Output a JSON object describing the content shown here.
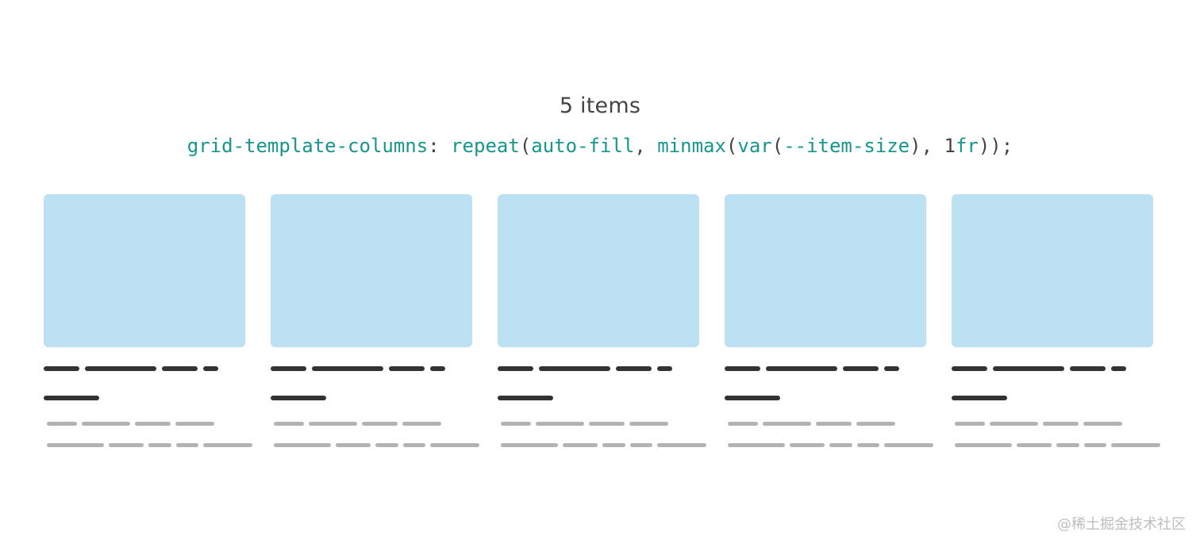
{
  "caption": "5 items",
  "code": {
    "property": "grid-template-columns",
    "colon": ": ",
    "fn_repeat": "repeat",
    "open1": "(",
    "auto_fill": "auto-fill",
    "comma1": ", ",
    "fn_minmax": "minmax",
    "open2": "(",
    "fn_var": "var",
    "open3": "(",
    "custom_prop": "--item-size",
    "close3": ")",
    "comma2": ", ",
    "num": "1",
    "unit": "fr",
    "close_all": "));"
  },
  "item_count": 5,
  "colors": {
    "thumbnail": "#bbe1f2",
    "title_bar": "#333333",
    "text_bar": "#b3b3b3",
    "code_token": "#17968f"
  },
  "watermark": "@稀土掘金技术社区"
}
